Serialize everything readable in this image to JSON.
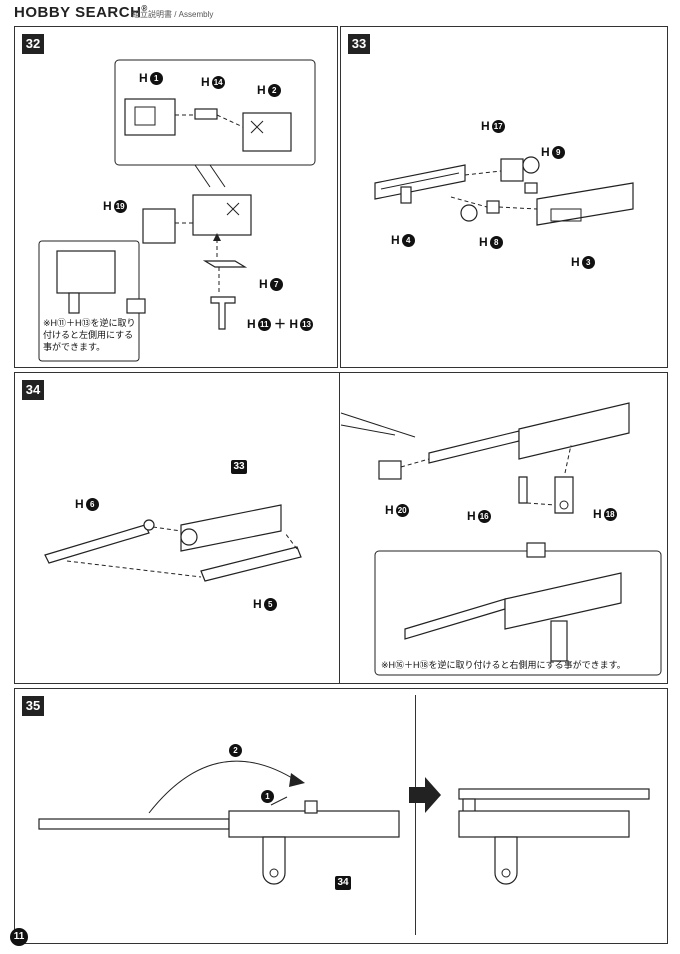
{
  "header": {
    "logo": "HOBBY SEARCH",
    "reg_mark": "®",
    "breadcrumb": "組立説明書 / Assembly"
  },
  "steps": {
    "s32": {
      "badge": "32",
      "labels": {
        "h1": "1",
        "h14": "14",
        "h2": "2",
        "h19": "19",
        "h7": "7",
        "h11": "11",
        "h13": "13"
      },
      "note": "※H⑪＋H⑬を逆に取り付けると左側用にする事ができます。"
    },
    "s33": {
      "badge": "33",
      "labels": {
        "h17": "17",
        "h9": "9",
        "h4": "4",
        "h8": "8",
        "h3": "3"
      }
    },
    "s34": {
      "badge": "34",
      "ref": "33",
      "labels": {
        "h6": "6",
        "h5": "5",
        "h20": "20",
        "h16": "16",
        "h18": "18"
      },
      "note": "※H⑯＋H⑱を逆に取り付けると右側用にする事ができます。"
    },
    "s35": {
      "badge": "35",
      "ref": "34",
      "arrow1": "1",
      "arrow2": "2"
    }
  },
  "h_prefix": "H",
  "plus": "＋",
  "page_number": "11"
}
